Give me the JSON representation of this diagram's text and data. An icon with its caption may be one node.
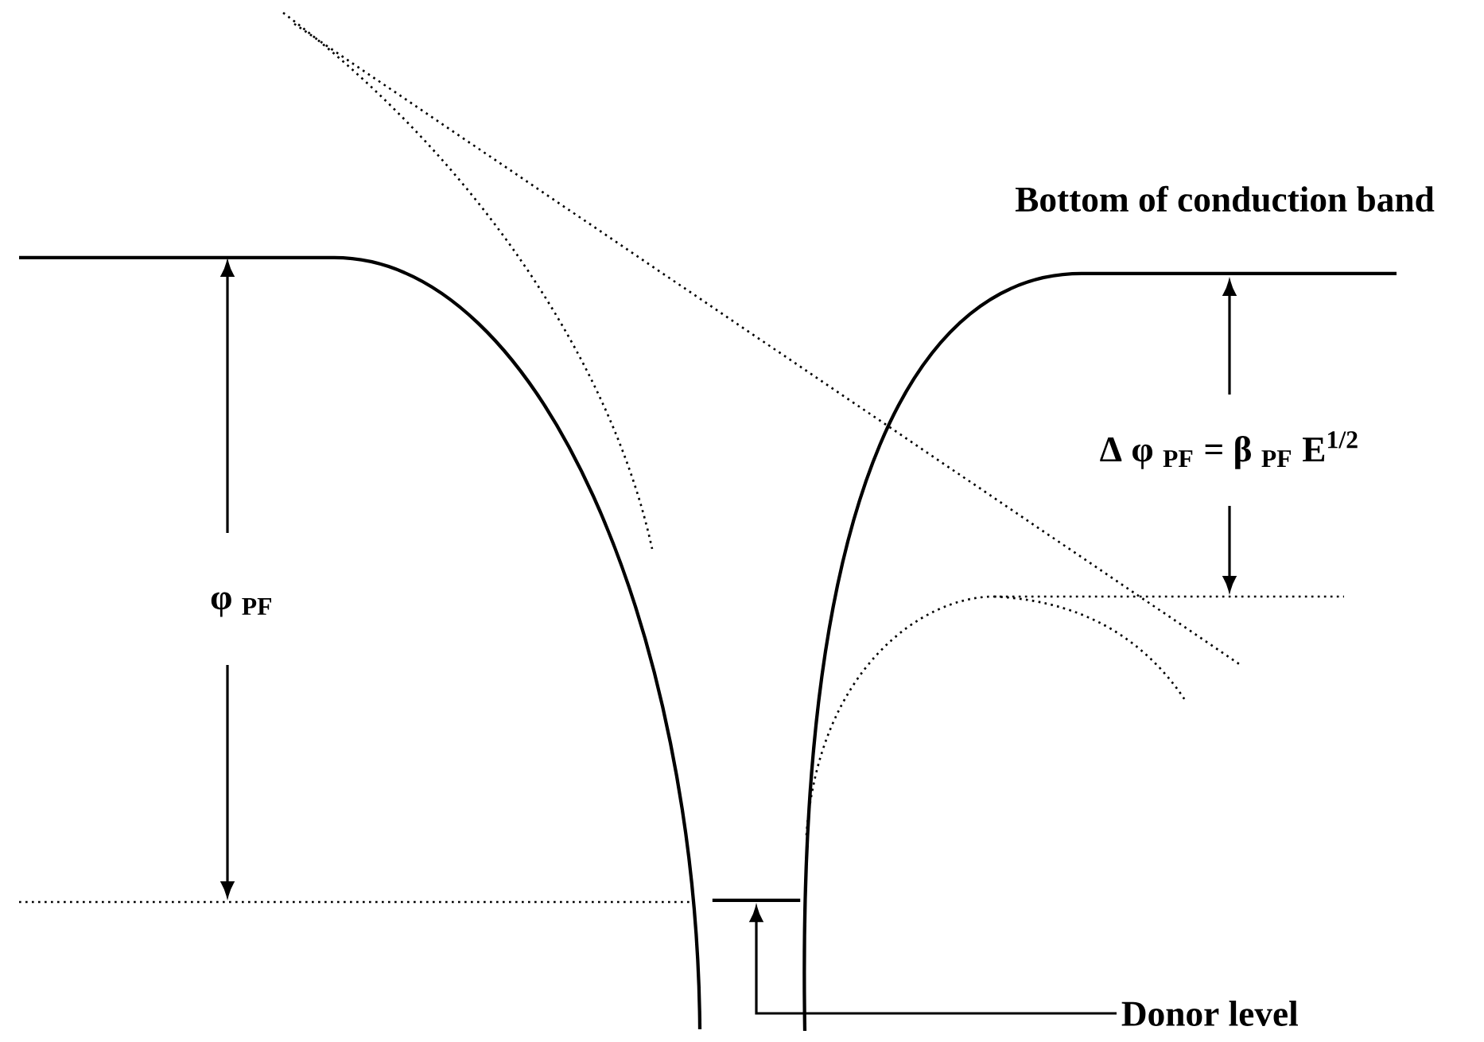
{
  "diagram": {
    "nodes": [
      {
        "text": [
          "Donor level"
        ]
      },
      {
        "text": [],
        "shape": "bar"
      }
    ],
    "edges": [
      {
        "from": 0,
        "to": 1,
        "arrow": "to"
      }
    ],
    "labels": [
      "Bottom of conduction band",
      "Δ φ $_{PF}$ = β $_{PF}$ E$^{1/2}$",
      "φ $_{PF}$"
    ]
  }
}
